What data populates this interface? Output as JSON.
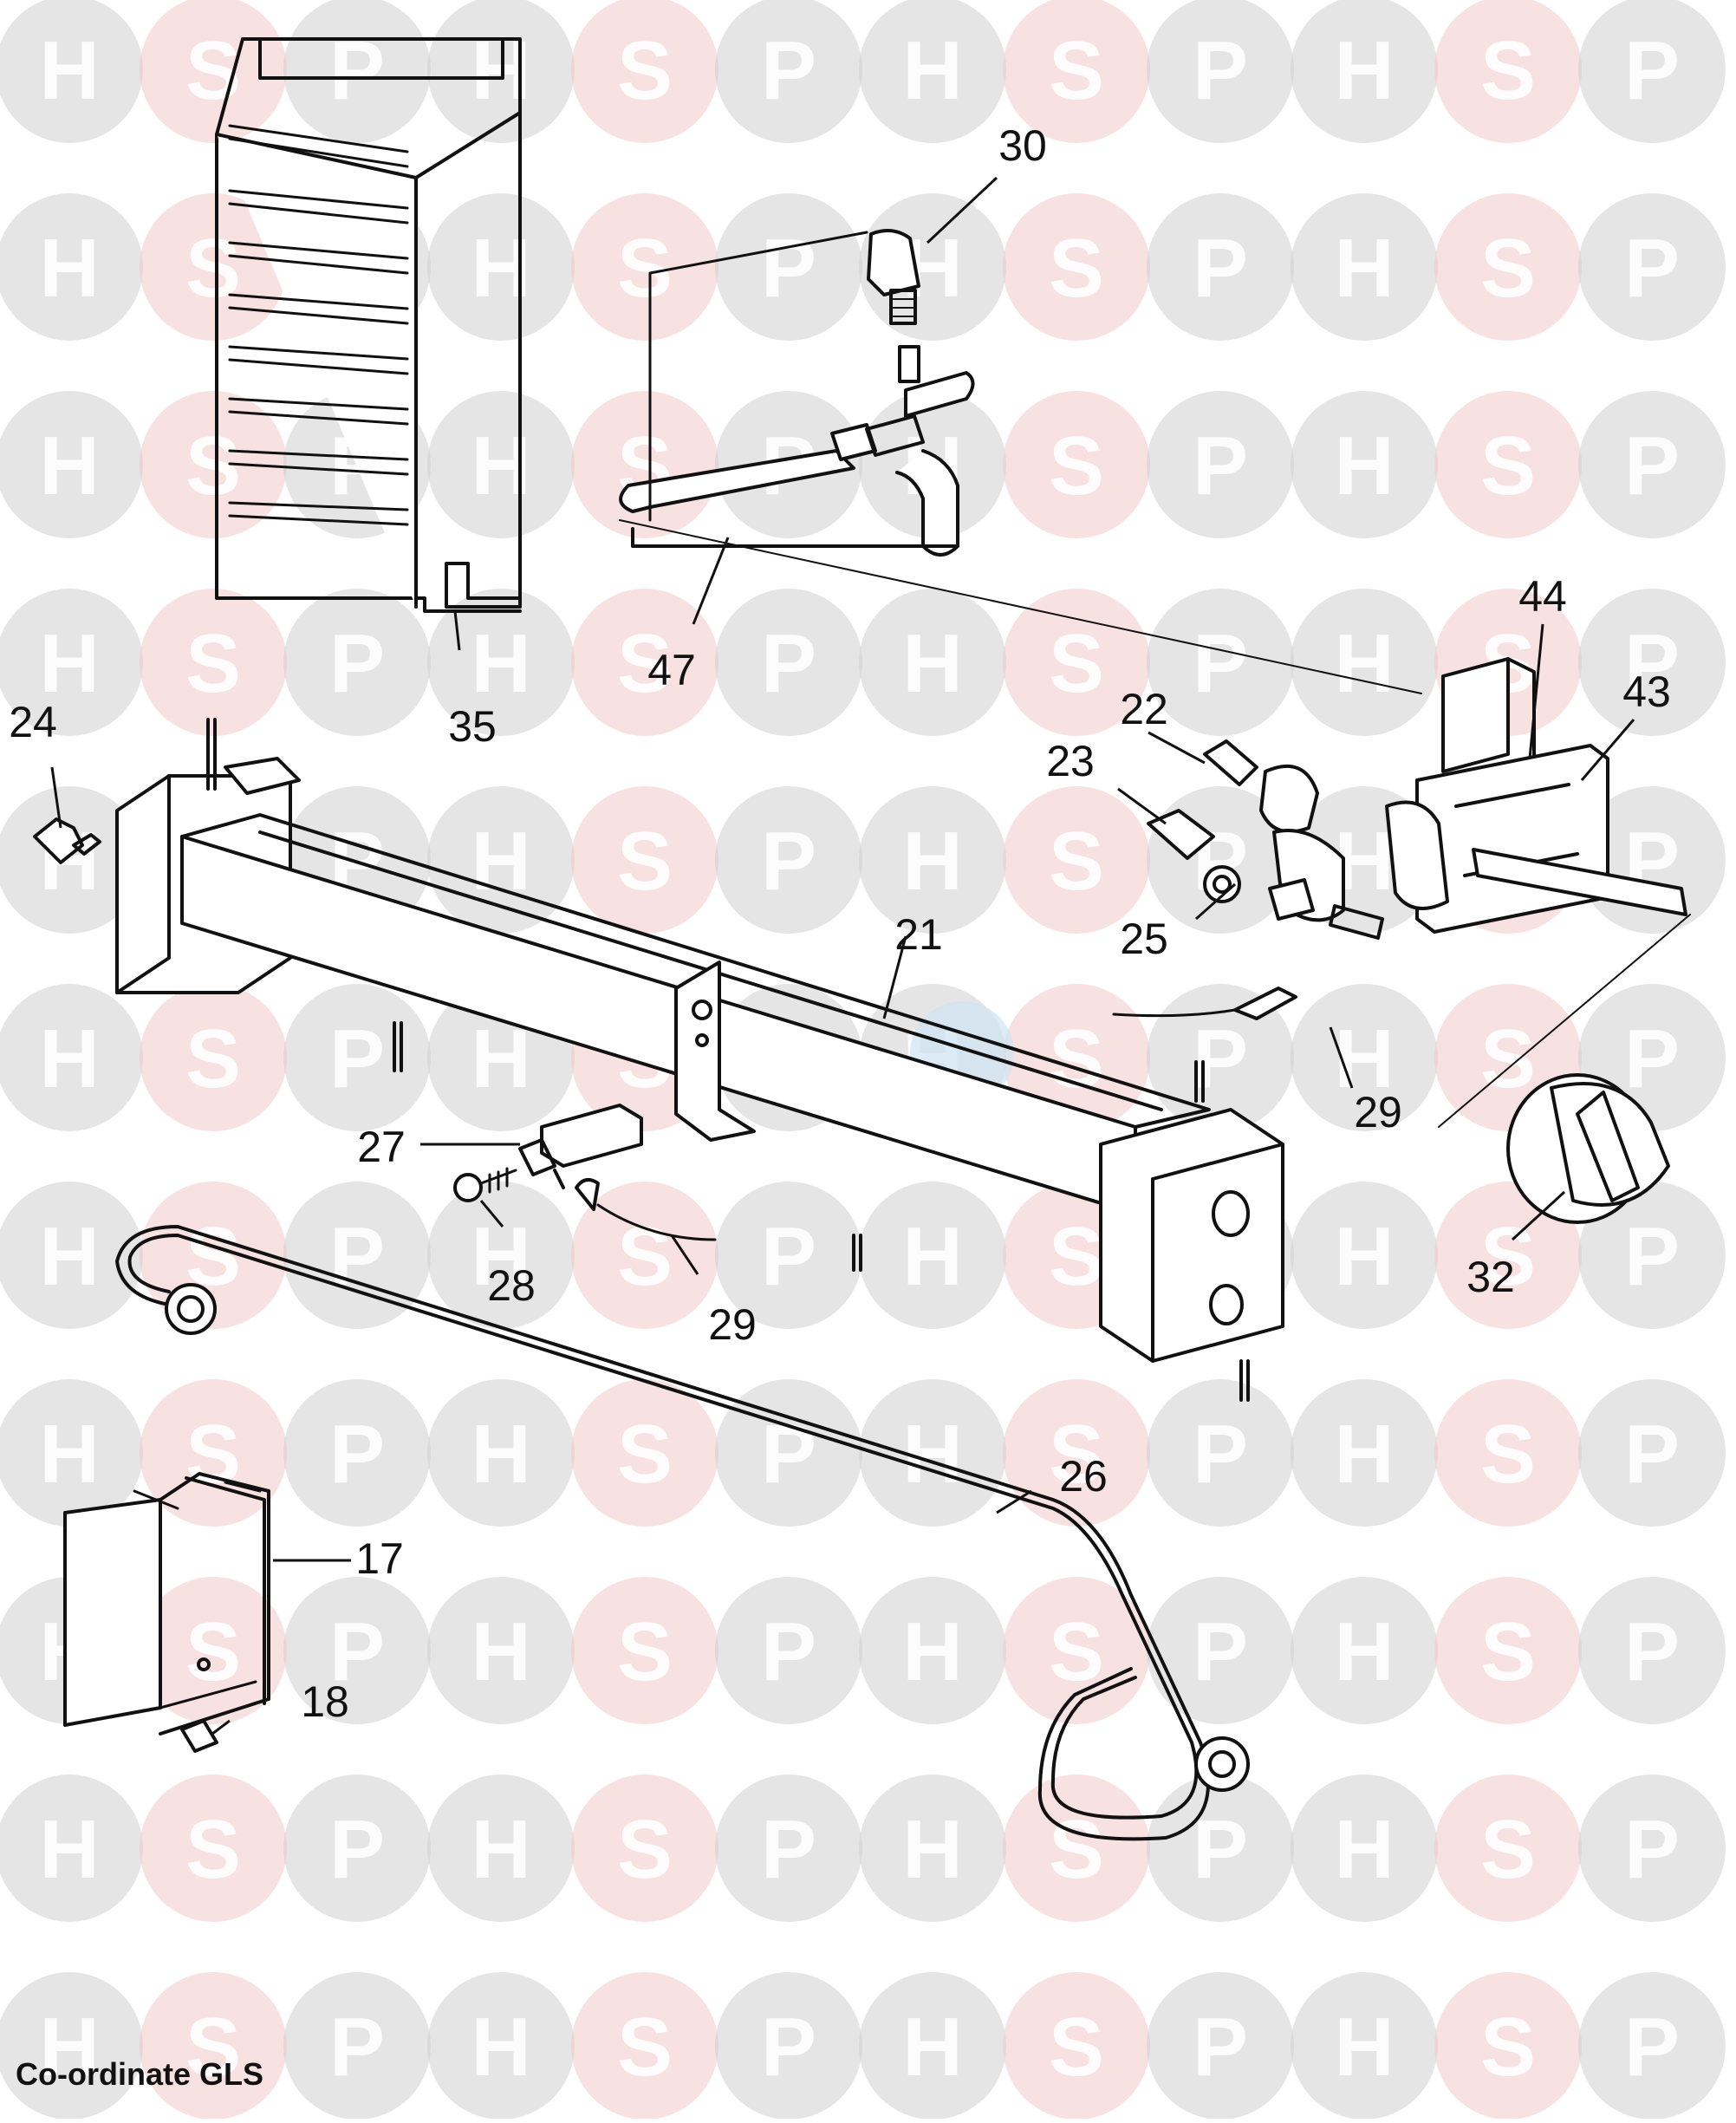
{
  "watermark": {
    "letters": [
      "H",
      "S",
      "P"
    ],
    "colors": {
      "H": "#cfcfcf",
      "S": "#f3c8c8",
      "P": "#cfcfcf",
      "text": "#ffffff",
      "accent_blue": "#cfe4f2"
    }
  },
  "parts": [
    {
      "id": "p30",
      "label": "30"
    },
    {
      "id": "p47",
      "label": "47"
    },
    {
      "id": "p35",
      "label": "35"
    },
    {
      "id": "p44",
      "label": "44"
    },
    {
      "id": "p43",
      "label": "43"
    },
    {
      "id": "p22",
      "label": "22"
    },
    {
      "id": "p23",
      "label": "23"
    },
    {
      "id": "p24",
      "label": "24"
    },
    {
      "id": "p25",
      "label": "25"
    },
    {
      "id": "p21",
      "label": "21"
    },
    {
      "id": "p29a",
      "label": "29"
    },
    {
      "id": "p27",
      "label": "27"
    },
    {
      "id": "p32",
      "label": "32"
    },
    {
      "id": "p28",
      "label": "28"
    },
    {
      "id": "p29b",
      "label": "29"
    },
    {
      "id": "p26",
      "label": "26"
    },
    {
      "id": "p17",
      "label": "17"
    },
    {
      "id": "p18",
      "label": "18"
    }
  ],
  "caption": "Co-ordinate GLS"
}
